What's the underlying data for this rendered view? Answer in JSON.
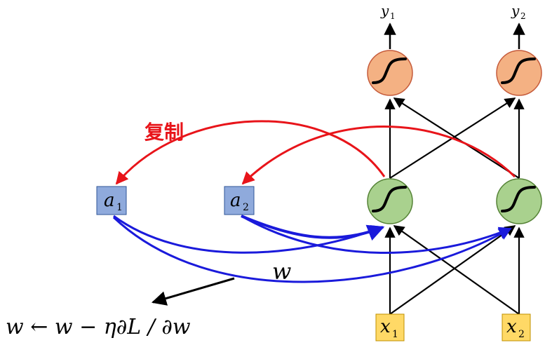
{
  "colors": {
    "output_node_fill": "#f4b183",
    "output_node_stroke": "#c55a3a",
    "hidden_node_fill": "#a9d18e",
    "hidden_node_stroke": "#548235",
    "context_box_fill": "#8faadc",
    "context_box_stroke": "#2f5597",
    "input_box_fill": "#ffd966",
    "input_box_stroke": "#bf9000",
    "copy_arrow": "#e8141a",
    "weight_arrow": "#1a1adb",
    "plain_arrow": "#000000"
  },
  "outputs": {
    "y1": {
      "base": "y",
      "sub": "1"
    },
    "y2": {
      "base": "y",
      "sub": "2"
    }
  },
  "context_units": {
    "a1": {
      "base": "a",
      "sub": "1"
    },
    "a2": {
      "base": "a",
      "sub": "2"
    }
  },
  "inputs": {
    "x1": {
      "base": "x",
      "sub": "1"
    },
    "x2": {
      "base": "x",
      "sub": "2"
    }
  },
  "copy_label": "复制",
  "weight_label": "w",
  "update_rule": "w ← w − η∂L / ∂w",
  "icons": {
    "activation": "sigmoid-curve-icon"
  }
}
